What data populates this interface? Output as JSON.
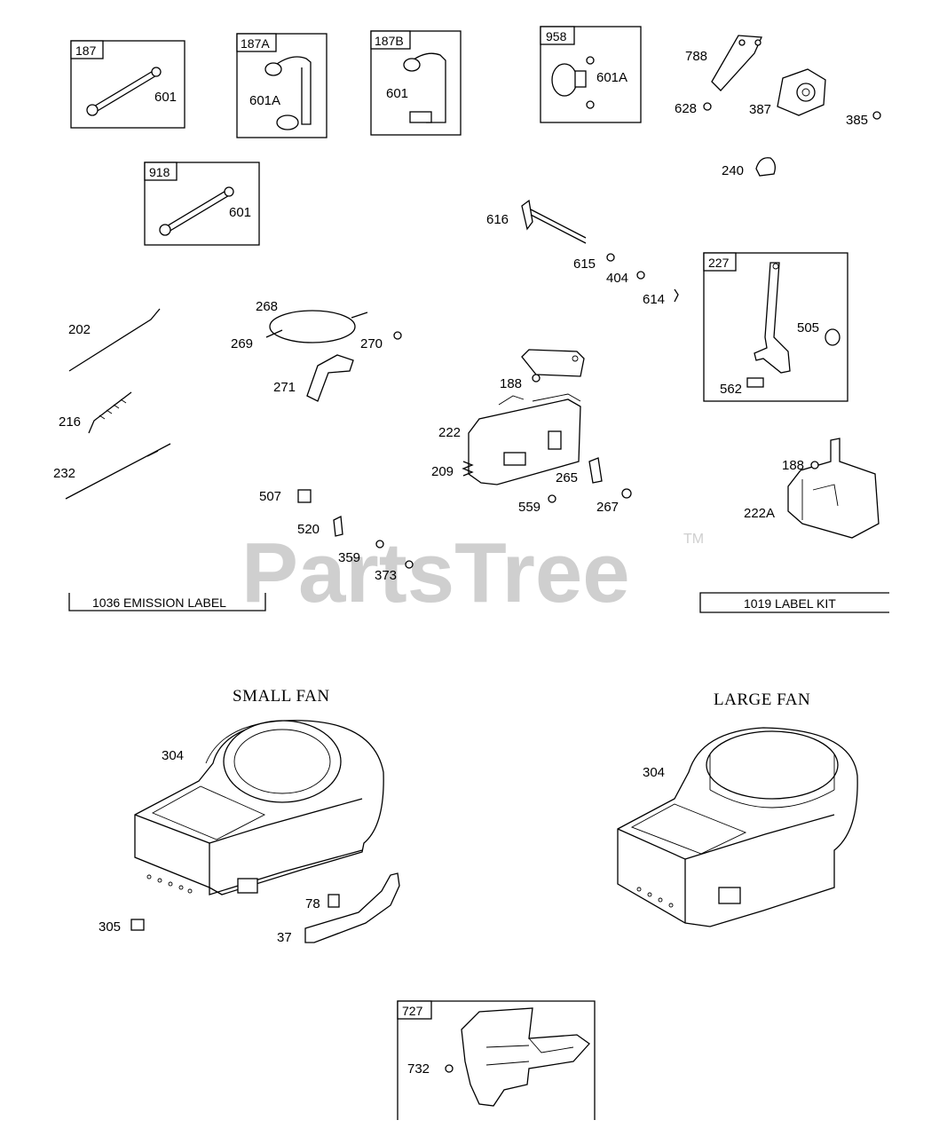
{
  "watermark": {
    "text": "PartsTree",
    "trademark": "TM"
  },
  "kit_boxes": [
    {
      "id": "187",
      "parts": [
        "601"
      ]
    },
    {
      "id": "187A",
      "parts": [
        "601A"
      ]
    },
    {
      "id": "187B",
      "parts": [
        "601"
      ]
    },
    {
      "id": "958",
      "parts": [
        "601A"
      ]
    },
    {
      "id": "918",
      "parts": [
        "601"
      ]
    },
    {
      "id": "227",
      "parts": [
        "505",
        "562"
      ]
    },
    {
      "id": "727",
      "parts": [
        "732"
      ]
    }
  ],
  "part_labels": {
    "p601_187": "601",
    "p601a_187a": "601A",
    "p601_187b": "601",
    "p601a_958": "601A",
    "p601_918": "601",
    "p788": "788",
    "p628": "628",
    "p387": "387",
    "p385": "385",
    "p240": "240",
    "p616": "616",
    "p615": "615",
    "p404": "404",
    "p614": "614",
    "p202": "202",
    "p216": "216",
    "p232": "232",
    "p268": "268",
    "p269": "269",
    "p270": "270",
    "p271": "271",
    "p188": "188",
    "p222": "222",
    "p209": "209",
    "p265": "265",
    "p559": "559",
    "p267": "267",
    "p507": "507",
    "p520": "520",
    "p359": "359",
    "p373": "373",
    "p505": "505",
    "p562": "562",
    "p188b": "188",
    "p222a": "222A",
    "p304a": "304",
    "p305": "305",
    "p78": "78",
    "p37": "37",
    "p304b": "304",
    "p732": "732"
  },
  "label_strips": {
    "emission": "1036 EMISSION LABEL",
    "label_kit": "1019 LABEL KIT"
  },
  "section_titles": {
    "small_fan": "SMALL FAN",
    "large_fan": "LARGE FAN"
  }
}
